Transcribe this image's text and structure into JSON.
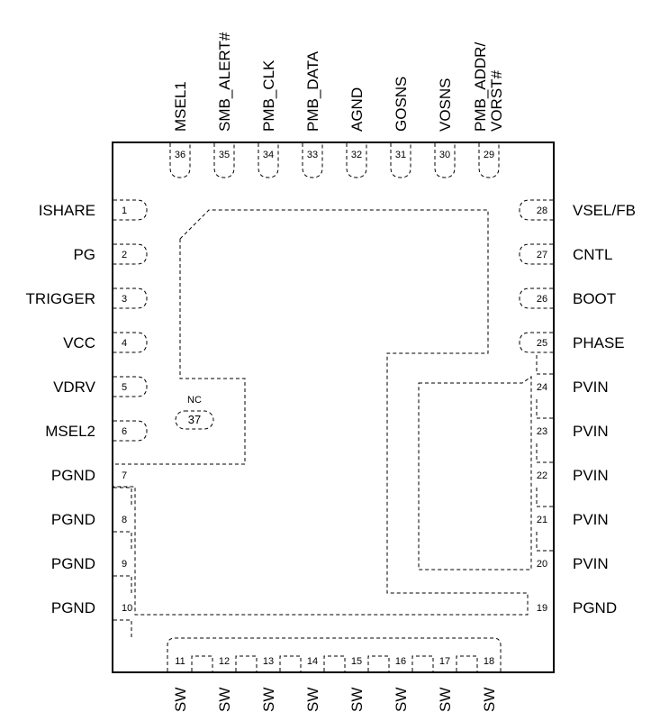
{
  "package": {
    "center_pad": {
      "label": "NC",
      "number": "37"
    },
    "left_pins": [
      {
        "number": "1",
        "label": "ISHARE"
      },
      {
        "number": "2",
        "label": "PG"
      },
      {
        "number": "3",
        "label": "TRIGGER"
      },
      {
        "number": "4",
        "label": "VCC"
      },
      {
        "number": "5",
        "label": "VDRV"
      },
      {
        "number": "6",
        "label": "MSEL2"
      },
      {
        "number": "7",
        "label": "PGND"
      },
      {
        "number": "8",
        "label": "PGND"
      },
      {
        "number": "9",
        "label": "PGND"
      },
      {
        "number": "10",
        "label": "PGND"
      }
    ],
    "bottom_pins": [
      {
        "number": "11",
        "label": "SW"
      },
      {
        "number": "12",
        "label": "SW"
      },
      {
        "number": "13",
        "label": "SW"
      },
      {
        "number": "14",
        "label": "SW"
      },
      {
        "number": "15",
        "label": "SW"
      },
      {
        "number": "16",
        "label": "SW"
      },
      {
        "number": "17",
        "label": "SW"
      },
      {
        "number": "18",
        "label": ""
      }
    ],
    "bottom_extra_label": "SW",
    "right_pins": [
      {
        "number": "19",
        "label": "PGND"
      },
      {
        "number": "20",
        "label": "PVIN"
      },
      {
        "number": "21",
        "label": "PVIN"
      },
      {
        "number": "22",
        "label": "PVIN"
      },
      {
        "number": "23",
        "label": "PVIN"
      },
      {
        "number": "24",
        "label": "PVIN"
      },
      {
        "number": "25",
        "label": "PHASE"
      },
      {
        "number": "26",
        "label": "BOOT"
      },
      {
        "number": "27",
        "label": "CNTL"
      },
      {
        "number": "28",
        "label": "VSEL/FB"
      }
    ],
    "top_pins": [
      {
        "number": "29",
        "label": "PMB_ADDR/",
        "label2": "VORST#"
      },
      {
        "number": "30",
        "label": "VOSNS"
      },
      {
        "number": "31",
        "label": "GOSNS"
      },
      {
        "number": "32",
        "label": "AGND"
      },
      {
        "number": "33",
        "label": "PMB_DATA"
      },
      {
        "number": "34",
        "label": "PMB_CLK"
      },
      {
        "number": "35",
        "label": "SMB_ALERT#"
      },
      {
        "number": "36",
        "label": "MSEL1"
      }
    ]
  }
}
